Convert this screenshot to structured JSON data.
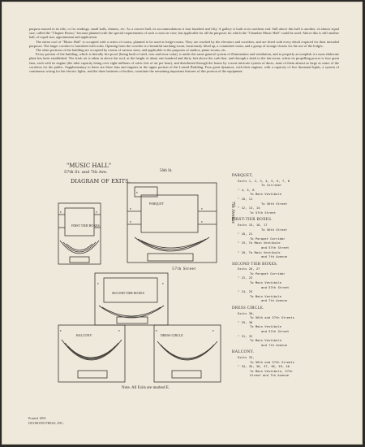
{
  "body_paragraphs": [
    "purpose named in its title, or for readings, small balls, dinners, etc. As a concert hall, its accommodations it four hundred and fifty. A gallery is built at its northern end. Still above this hall is another, of almost equal size, called the \"Chapter Room,\" because planned with the special requirements of such a room in view, but applicable for all the purposes for which the \"Chamber Music Hall\" could be used. Above this is still another hall, of equal size, appointment and application.",
    "The entire roof of \"Music Hall\" is occupied with a series of rooms, planned to be used as lodge-rooms. They are reached by the elevators and corridors, and are fitted with every detail required for their intended purposes. The larger corridor is furnished with sofas. Opening from the corridor is a beautiful smoking-room, luxuriously fitted up, a committee-room, and a group of storage closets for the use of the lodges.",
    "The other portions of the building are occupied by rooms of various sizes, and applicable to the purposes of studios, piano-rooms, etc.",
    "Every portion of the building, which is literally fire-proof (being built of steel, iron and terra-cotta), is under the same general system of illumination and ventilation, and to properly accomplish it a most elaborate plant has been established. The fresh air is taken in above the roof, at the height of about one hundred and thirty feet above the curb line, and through a shaft to the fan-room, where its propelling power is four great fans, each with its engine (the inlet capacity being over eight millions of cubic feet of air per hour), and distributed through the house by a most intricate system of ducts, none of them almost as large as some of the corridors for the public. Supplementary to these are three fans and engines in the upper portion of the Lateral Building. Four great dynamos, with their engines, with a capacity of five thousand lights, a system of continuous wiring for the electric lights, and the three batteries of boilers, constitute the remaining important features of this portion of the equipment."
  ],
  "diagram": {
    "title": "\"MUSIC HALL\"",
    "subtitle": "57th St. and 7th Ave.",
    "heading": "DIAGRAM OF EXITS.",
    "street_top": "56th St.",
    "avenue": "7th Avenue",
    "street_bottom": "57th Street",
    "label_first_tier": "FIRST TIER BOXES",
    "label_parquet": "PARQUET",
    "label_second_tier": "SECOND TIER BOXES",
    "label_balcony": "BALCONY",
    "label_dress_circle": "DRESS CIRCLE",
    "note": "Note. All Exits are marked E."
  },
  "exits": [
    {
      "kind": "h",
      "text": "PARQUET,"
    },
    {
      "kind": "r1",
      "text": "Exits 1, 2, 3, 4, 5, 6, 7, 8"
    },
    {
      "kind": "r3",
      "text": "To Corridor"
    },
    {
      "kind": "r1",
      "text": "\"   4, 5, 8"
    },
    {
      "kind": "r2",
      "text": "To Main Vestibule"
    },
    {
      "kind": "r1",
      "text": "\"   10, 11"
    },
    {
      "kind": "r3",
      "text": "To 56th Street"
    },
    {
      "kind": "r1",
      "text": "\"   12, 13, 14"
    },
    {
      "kind": "r2",
      "text": "To 57th Street"
    },
    {
      "kind": "h",
      "text": "FIRST-TIER BOXES."
    },
    {
      "kind": "r1",
      "text": "Exits 15, 16, 17"
    },
    {
      "kind": "r3",
      "text": "To 56th Street"
    },
    {
      "kind": "r1",
      "text": "\"   18, 21"
    },
    {
      "kind": "r2",
      "text": "To Parquet Corridor"
    },
    {
      "kind": "r1",
      "text": "\"   19, To Main Vestibule"
    },
    {
      "kind": "r3",
      "text": "and 57th Street"
    },
    {
      "kind": "r1",
      "text": "\"   20, To Main Vestibule"
    },
    {
      "kind": "r3",
      "text": "and 7th Avenue"
    },
    {
      "kind": "h",
      "text": "SECOND TIER BOXES."
    },
    {
      "kind": "r1",
      "text": "Exits 26, 27"
    },
    {
      "kind": "r2",
      "text": "To Parquet Corridor"
    },
    {
      "kind": "r1",
      "text": "\"   22, 23"
    },
    {
      "kind": "r2",
      "text": "To Main Vestibule"
    },
    {
      "kind": "r3",
      "text": "and 57th Street"
    },
    {
      "kind": "r1",
      "text": "\"   24, 25"
    },
    {
      "kind": "r2",
      "text": "To Main Vestibule"
    },
    {
      "kind": "r3",
      "text": "and 7th Avenue"
    },
    {
      "kind": "h",
      "text": "DRESS CIRCLE."
    },
    {
      "kind": "r1",
      "text": "Exits 30,"
    },
    {
      "kind": "r2",
      "text": "To 56th and 57th Streets"
    },
    {
      "kind": "r1",
      "text": "\"   29, 30"
    },
    {
      "kind": "r2",
      "text": "To Main Vestibule"
    },
    {
      "kind": "r3",
      "text": "and 57th Street"
    },
    {
      "kind": "r1",
      "text": "\"   31, 32"
    },
    {
      "kind": "r2",
      "text": "To Main Vestibule"
    },
    {
      "kind": "r3",
      "text": "and 7th Avenue"
    },
    {
      "kind": "h",
      "text": "BALCONY."
    },
    {
      "kind": "r1",
      "text": "Exits 33,"
    },
    {
      "kind": "r2",
      "text": "To 56th and 57th Streets"
    },
    {
      "kind": "r1",
      "text": "\"   34, 35, 36, 37, 38, 39, 40"
    },
    {
      "kind": "r2",
      "text": "To Main Vestibule, 57th"
    },
    {
      "kind": "r2",
      "text": "Street and 7th Avenue"
    }
  ],
  "footer": {
    "line1": "Printed 1893",
    "line2": "DIAMOND PRESS, INC."
  }
}
